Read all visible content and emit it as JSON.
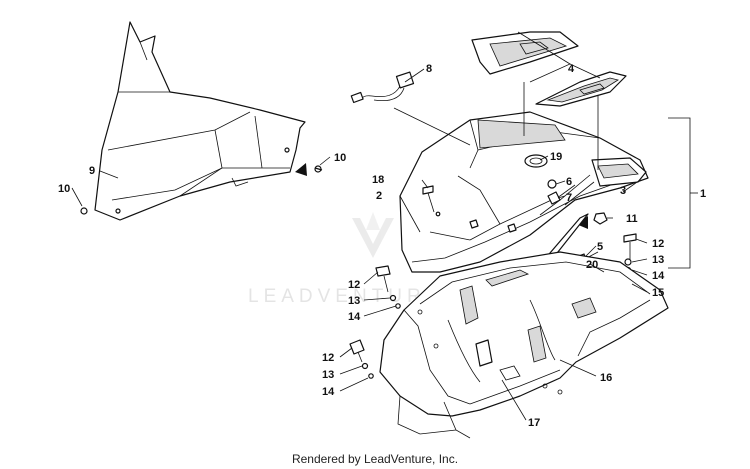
{
  "callouts": {
    "c1": "1",
    "c2": "2",
    "c3": "3",
    "c4": "4",
    "c5": "5",
    "c6": "6",
    "c7": "7",
    "c8": "8",
    "c9": "9",
    "c10a": "10",
    "c10b": "10",
    "c11": "11",
    "c12a": "12",
    "c13a": "13",
    "c14a": "14",
    "c12b": "12",
    "c13b": "13",
    "c14b": "14",
    "c12c": "12",
    "c13c": "13",
    "c14c": "14",
    "c15": "15",
    "c16": "16",
    "c17": "17",
    "c18": "18",
    "c19": "19",
    "c20": "20"
  },
  "watermark": "LEADVENTURE",
  "footer": "Rendered by LeadVenture, Inc."
}
